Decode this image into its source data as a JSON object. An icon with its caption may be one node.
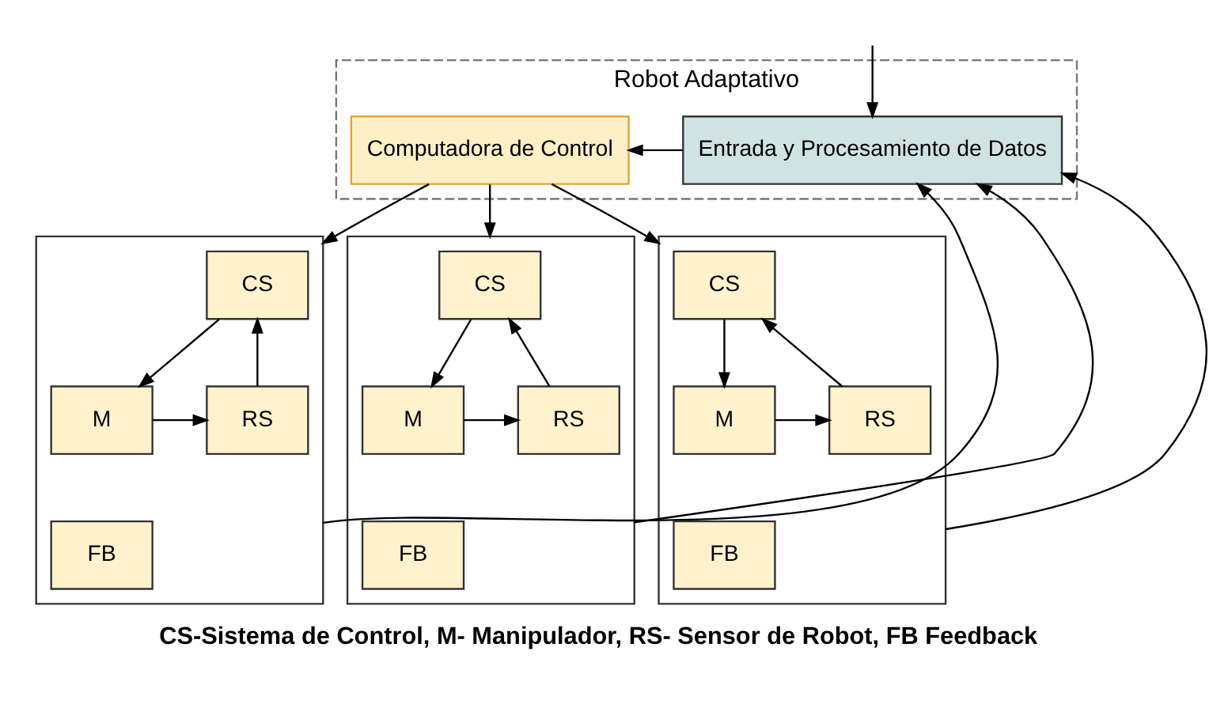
{
  "diagram": {
    "caption": "CS-Sistema de Control, M- Manipulador, RS- Sensor de Robot, FB Feedback",
    "nodes": [
      {
        "text": [
          "Robot Adaptativo"
        ]
      },
      {
        "text": [
          "Computadora de Control"
        ],
        "in": 0
      },
      {
        "text": [
          "Entrada y Procesamiento de Datos"
        ],
        "in": 0
      },
      {
        "text": [],
        "shape": "box"
      },
      {
        "text": [
          "CS"
        ],
        "in": 3
      },
      {
        "text": [
          "M"
        ],
        "in": 3
      },
      {
        "text": [
          "RS"
        ],
        "in": 3
      },
      {
        "text": [
          "FB"
        ],
        "in": 3
      },
      {
        "text": [],
        "shape": "box"
      },
      {
        "text": [
          "CS"
        ],
        "in": 8
      },
      {
        "text": [
          "M"
        ],
        "in": 8
      },
      {
        "text": [
          "RS"
        ],
        "in": 8
      },
      {
        "text": [
          "FB"
        ],
        "in": 8
      },
      {
        "text": [],
        "shape": "box"
      },
      {
        "text": [
          "CS"
        ],
        "in": 13
      },
      {
        "text": [
          "M"
        ],
        "in": 13
      },
      {
        "text": [
          "RS"
        ],
        "in": 13
      },
      {
        "text": [
          "FB"
        ],
        "in": 13
      }
    ],
    "edges": [
      {
        "from": null,
        "to": 2,
        "arrow": "to"
      },
      {
        "from": 2,
        "to": 1,
        "arrow": "to"
      },
      {
        "from": 1,
        "to": 3,
        "arrow": "to"
      },
      {
        "from": 1,
        "to": 8,
        "arrow": "to"
      },
      {
        "from": 1,
        "to": 13,
        "arrow": "to"
      },
      {
        "from": 4,
        "to": 5,
        "arrow": "to"
      },
      {
        "from": 5,
        "to": 6,
        "arrow": "to"
      },
      {
        "from": 6,
        "to": 4,
        "arrow": "to"
      },
      {
        "from": 9,
        "to": 10,
        "arrow": "to"
      },
      {
        "from": 10,
        "to": 11,
        "arrow": "to"
      },
      {
        "from": 11,
        "to": 9,
        "arrow": "to"
      },
      {
        "from": 14,
        "to": 15,
        "arrow": "to"
      },
      {
        "from": 15,
        "to": 16,
        "arrow": "to"
      },
      {
        "from": 16,
        "to": 14,
        "arrow": "to"
      },
      {
        "from": 3,
        "to": 2,
        "arrow": "to"
      },
      {
        "from": 8,
        "to": 2,
        "arrow": "to"
      },
      {
        "from": 13,
        "to": 2,
        "arrow": "to"
      }
    ]
  }
}
